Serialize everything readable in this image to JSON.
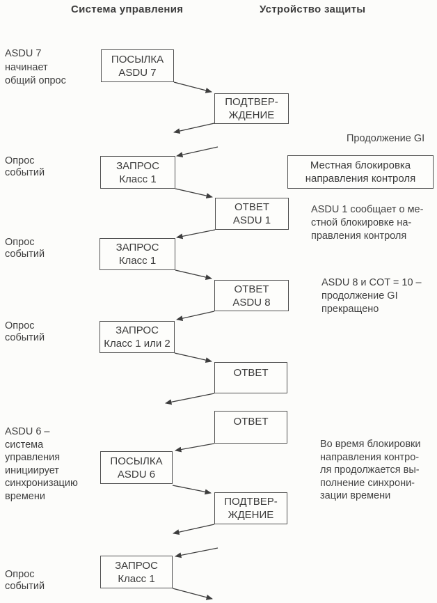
{
  "headers": {
    "left": "Система управления",
    "right": "Устройство защиты"
  },
  "left_labels": {
    "asdu7": "ASDU 7\nначинает\nобщий опрос",
    "event_poll_1": "Опрос\nсобытий",
    "event_poll_2": "Опрос\nсобытий",
    "event_poll_3": "Опрос\nсобытий",
    "asdu6": "ASDU 6 –\nсистема\nуправления\nинициирует\nсинхронизацию\nвремени",
    "event_poll_4": "Опрос\nсобытий"
  },
  "boxes": {
    "send_asdu7": "ПОСЫЛКА\nASDU 7",
    "ack_1": "ПОДТВЕР-\nЖДЕНИЕ",
    "request_class1_a": "ЗАПРОС\nКласс 1",
    "local_blocking": "Местная блокировка\nнаправления контроля",
    "answer_asdu1": "ОТВЕТ\nASDU 1",
    "request_class1_b": "ЗАПРОС\nКласс 1",
    "answer_asdu8": "ОТВЕТ\nASDU 8",
    "request_class1or2": "ЗАПРОС\nКласс 1 или 2",
    "answer_1": "ОТВЕТ",
    "answer_2": "ОТВЕТ",
    "send_asdu6": "ПОСЫЛКА\nASDU 6",
    "ack_2": "ПОДТВЕР-\nЖДЕНИЕ",
    "request_class1_c": "ЗАПРОС\nКласс 1"
  },
  "annotations": {
    "gi_continuation": "Продолжение GI",
    "asdu1_note": "ASDU 1 сообщает о ме-\nстной блокировке на-\nправления контроля",
    "asdu8_note": "ASDU 8 и COT = 10 –\nпродолжение GI\nпрекращено",
    "time_sync_note": "Во время блокировки\nнаправления контро-\nля продолжается вы-\nполнение синхрони-\nзации времени"
  },
  "colors": {
    "ink": "#3d3d3d",
    "box_border": "#4f4f4f",
    "background": "#fcfcfa"
  }
}
